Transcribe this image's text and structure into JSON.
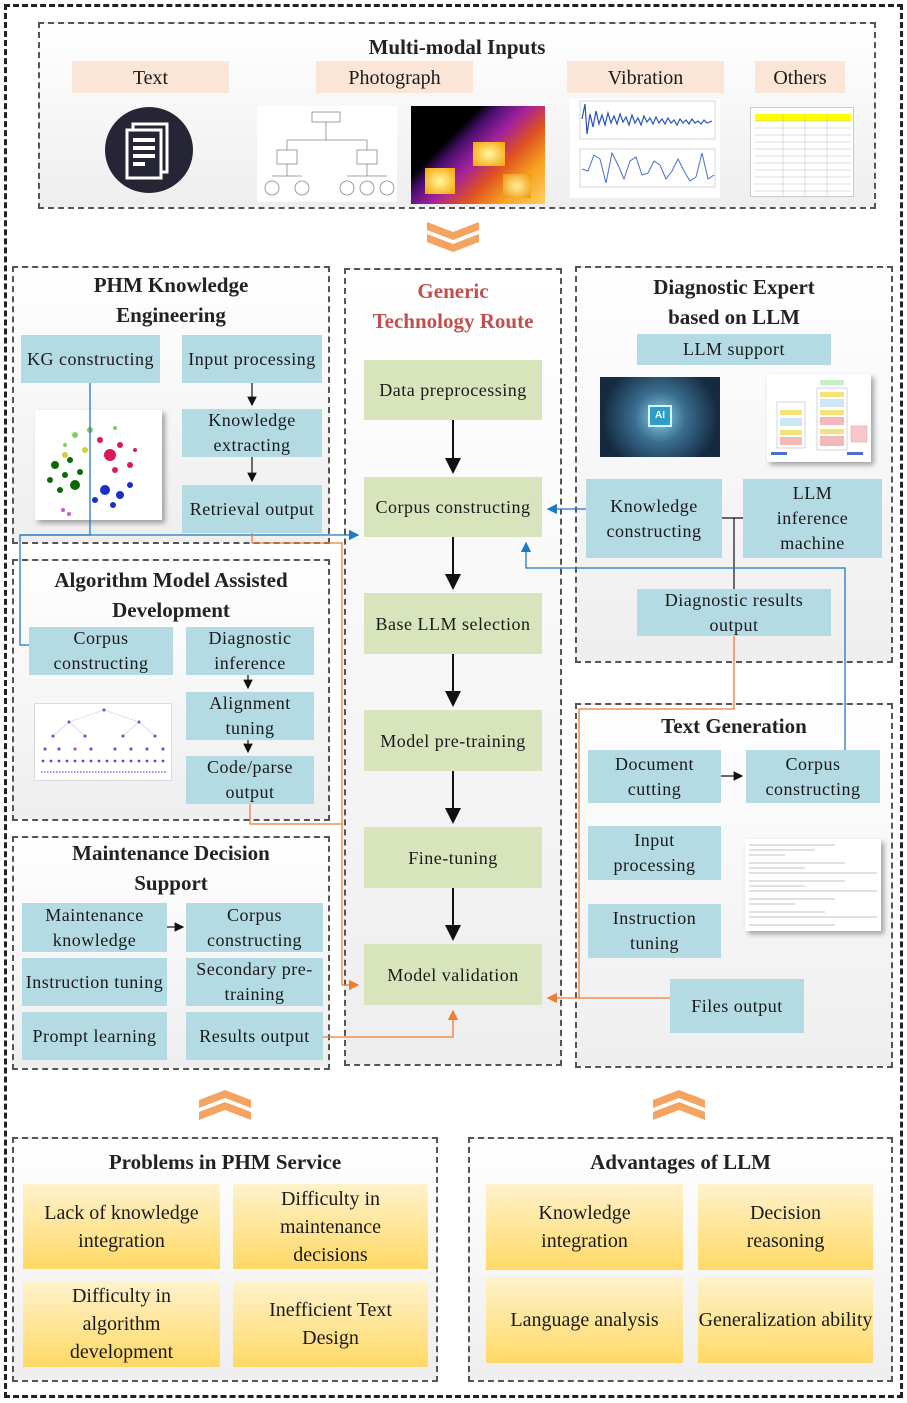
{
  "inputs": {
    "title": "Multi-modal Inputs",
    "tags": [
      "Text",
      "Photograph",
      "Vibration",
      "Others"
    ],
    "images": [
      "document-icon",
      "fault-tree-diagram",
      "thermal-image",
      "vibration-signal-plot",
      "spreadsheet-table"
    ]
  },
  "phm_ke": {
    "title_line1": "PHM Knowledge",
    "title_line2": "Engineering",
    "boxes": [
      "KG constructing",
      "Input processing",
      "Knowledge extracting",
      "Retrieval output"
    ],
    "image": "knowledge-graph-network"
  },
  "route": {
    "title_line1": "Generic",
    "title_line2": "Technology Route",
    "title_color": "#c0504d",
    "steps": [
      "Data preprocessing",
      "Corpus constructing",
      "Base LLM selection",
      "Model pre-training",
      "Fine-tuning",
      "Model validation"
    ]
  },
  "diag": {
    "title_line1": "Diagnostic Expert",
    "title_line2": "based on LLM",
    "support": "LLM support",
    "boxes": [
      "Knowledge constructing",
      "LLM inference machine",
      "Diagnostic results output"
    ],
    "images": [
      "ai-chip-image",
      "transformer-architecture-diagram"
    ]
  },
  "algo": {
    "title_line1": "Algorithm Model Assisted",
    "title_line2": "Development",
    "boxes": [
      "Corpus constructing",
      "Diagnostic inference",
      "Alignment tuning",
      "Code/parse output"
    ],
    "image": "tree-search-plot"
  },
  "textgen": {
    "title": "Text Generation",
    "boxes": [
      "Document cutting",
      "Corpus constructing",
      "Input processing",
      "Instruction tuning",
      "Files output"
    ],
    "image": "text-file-screenshot"
  },
  "maint": {
    "title_line1": "Maintenance Decision",
    "title_line2": "Support",
    "boxes": [
      "Maintenance knowledge",
      "Corpus constructing",
      "Instruction tuning",
      "Secondary pre-training",
      "Prompt learning",
      "Results output"
    ]
  },
  "problems": {
    "title": "Problems in PHM Service",
    "items": [
      "Lack of knowledge integration",
      "Difficulty in maintenance decisions",
      "Difficulty in algorithm development",
      "Inefficient Text Design"
    ]
  },
  "advantages": {
    "title": "Advantages of LLM",
    "items": [
      "Knowledge integration",
      "Decision reasoning",
      "Language analysis",
      "Generalization ability"
    ]
  },
  "colors": {
    "accent_orange": "#f0a050",
    "link_blue": "#1f78c8",
    "link_orange": "#ed7d31",
    "box_blue": "#b4dae4",
    "box_green": "#d8e4bc",
    "tag_peach": "#fbe5d6"
  }
}
